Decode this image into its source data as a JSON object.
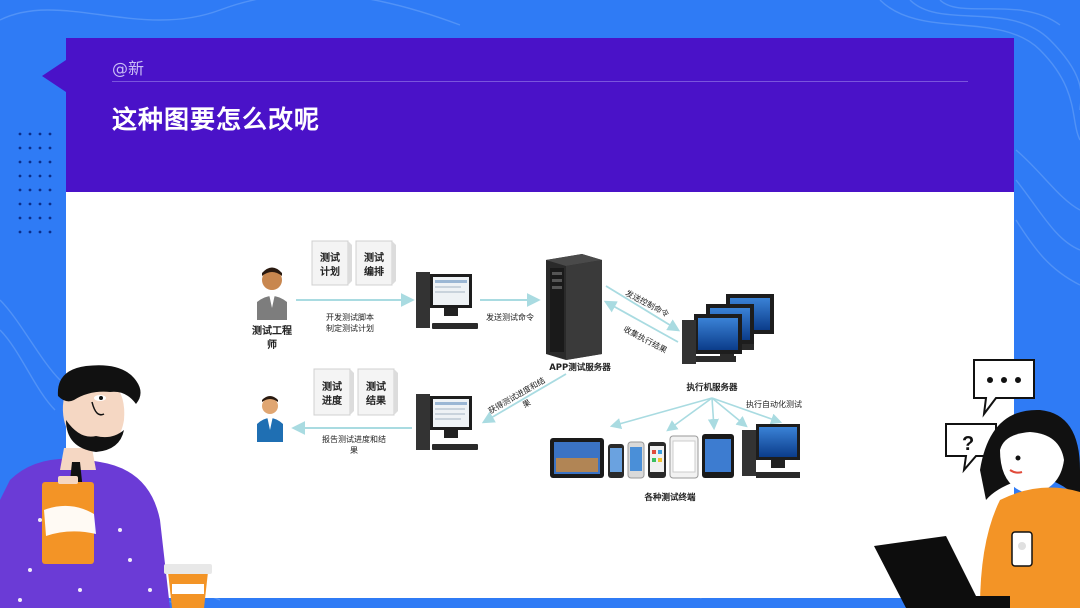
{
  "header": {
    "author": "@新",
    "title": "这种图要怎么改呢"
  },
  "diagram": {
    "engineer_label": "测试工程师",
    "engineer_label_line1": "测试工程",
    "engineer_label_line2": "师",
    "doc_test_plan": [
      "测试",
      "计划"
    ],
    "doc_test_schedule": [
      "测试",
      "编排"
    ],
    "doc_test_progress": [
      "测试",
      "进度"
    ],
    "doc_test_result": [
      "测试",
      "结果"
    ],
    "arrow_develop_line1": "开发测试脚本",
    "arrow_develop_line2": "制定测试计划",
    "arrow_send_test": "发送测试命令",
    "server_label": "APP测试服务器",
    "arrow_send_control": "发送控制命令",
    "arrow_collect_result": "收集执行结果",
    "exec_server_label": "执行机服务器",
    "arrow_get_progress_line1": "获得测试进度和结",
    "arrow_get_progress_line2": "果",
    "arrow_report_line1": "报告测试进度和结",
    "arrow_report_line2": "果",
    "arrow_exec_auto": "执行自动化测试",
    "terminals_label": "各种测试终端"
  },
  "colors": {
    "background": "#2f7bf5",
    "header": "#4a12c8",
    "arrow": "#a9dbe1"
  }
}
